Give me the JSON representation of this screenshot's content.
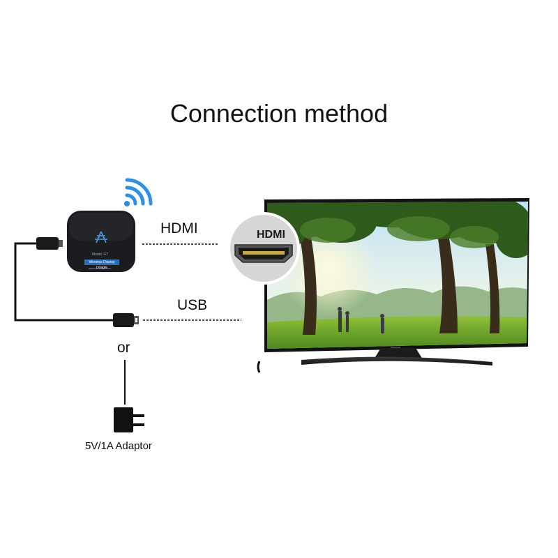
{
  "title": "Connection method",
  "labels": {
    "hdmi_cable": "HDMI",
    "usb_cable": "USB",
    "or": "or",
    "adaptor": "5V/1A Adaptor",
    "hdmi_port": "HDMI"
  },
  "device": {
    "model_text": "Model: G7",
    "brand_text": "Wireless Display Dongle",
    "site_text": "www.website.com"
  },
  "colors": {
    "wifi": "#2f8fe0",
    "device_body": "#1b1c1f",
    "device_accent": "#2a6fb8",
    "cable": "#111111",
    "port_circle": "#d6d6d6"
  }
}
